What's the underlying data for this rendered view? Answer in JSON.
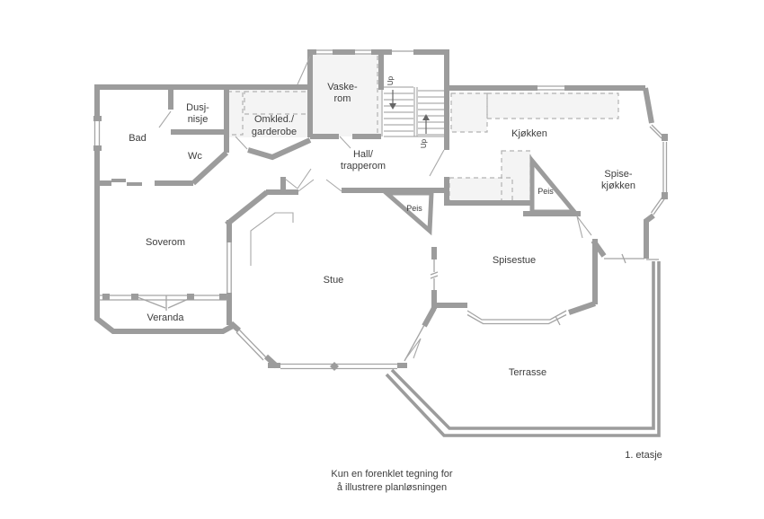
{
  "colors": {
    "wall": "#9c9c9c",
    "thin_line": "#a4a4a4",
    "dashed_line": "#b2b2b2",
    "zone_fill": "#f4f4f4",
    "text": "#3c3c3c",
    "background": "#ffffff"
  },
  "rooms": {
    "bad": "Bad",
    "dusjnisje_line1": "Dusj-",
    "dusjnisje_line2": "nisje",
    "wc": "Wc",
    "omkled_line1": "Omkled./",
    "omkled_line2": "garderobe",
    "vaskerom_line1": "Vaske-",
    "vaskerom_line2": "rom",
    "hall_line1": "Hall/",
    "hall_line2": "trapperom",
    "kjokken": "Kjøkken",
    "spisekjokken_line1": "Spise-",
    "spisekjokken_line2": "kjøkken",
    "soverom": "Soverom",
    "veranda": "Veranda",
    "stue": "Stue",
    "spisestue": "Spisestue",
    "terrasse": "Terrasse"
  },
  "annotations": {
    "peis_stue": "Peis",
    "peis_kjokken": "Peis",
    "stairs_up_left": "Up",
    "stairs_up_right": "Up"
  },
  "floor_label": "1. etasje",
  "caption": {
    "line1": "Kun en forenklet tegning for",
    "line2": "å illustrere planløsningen"
  }
}
